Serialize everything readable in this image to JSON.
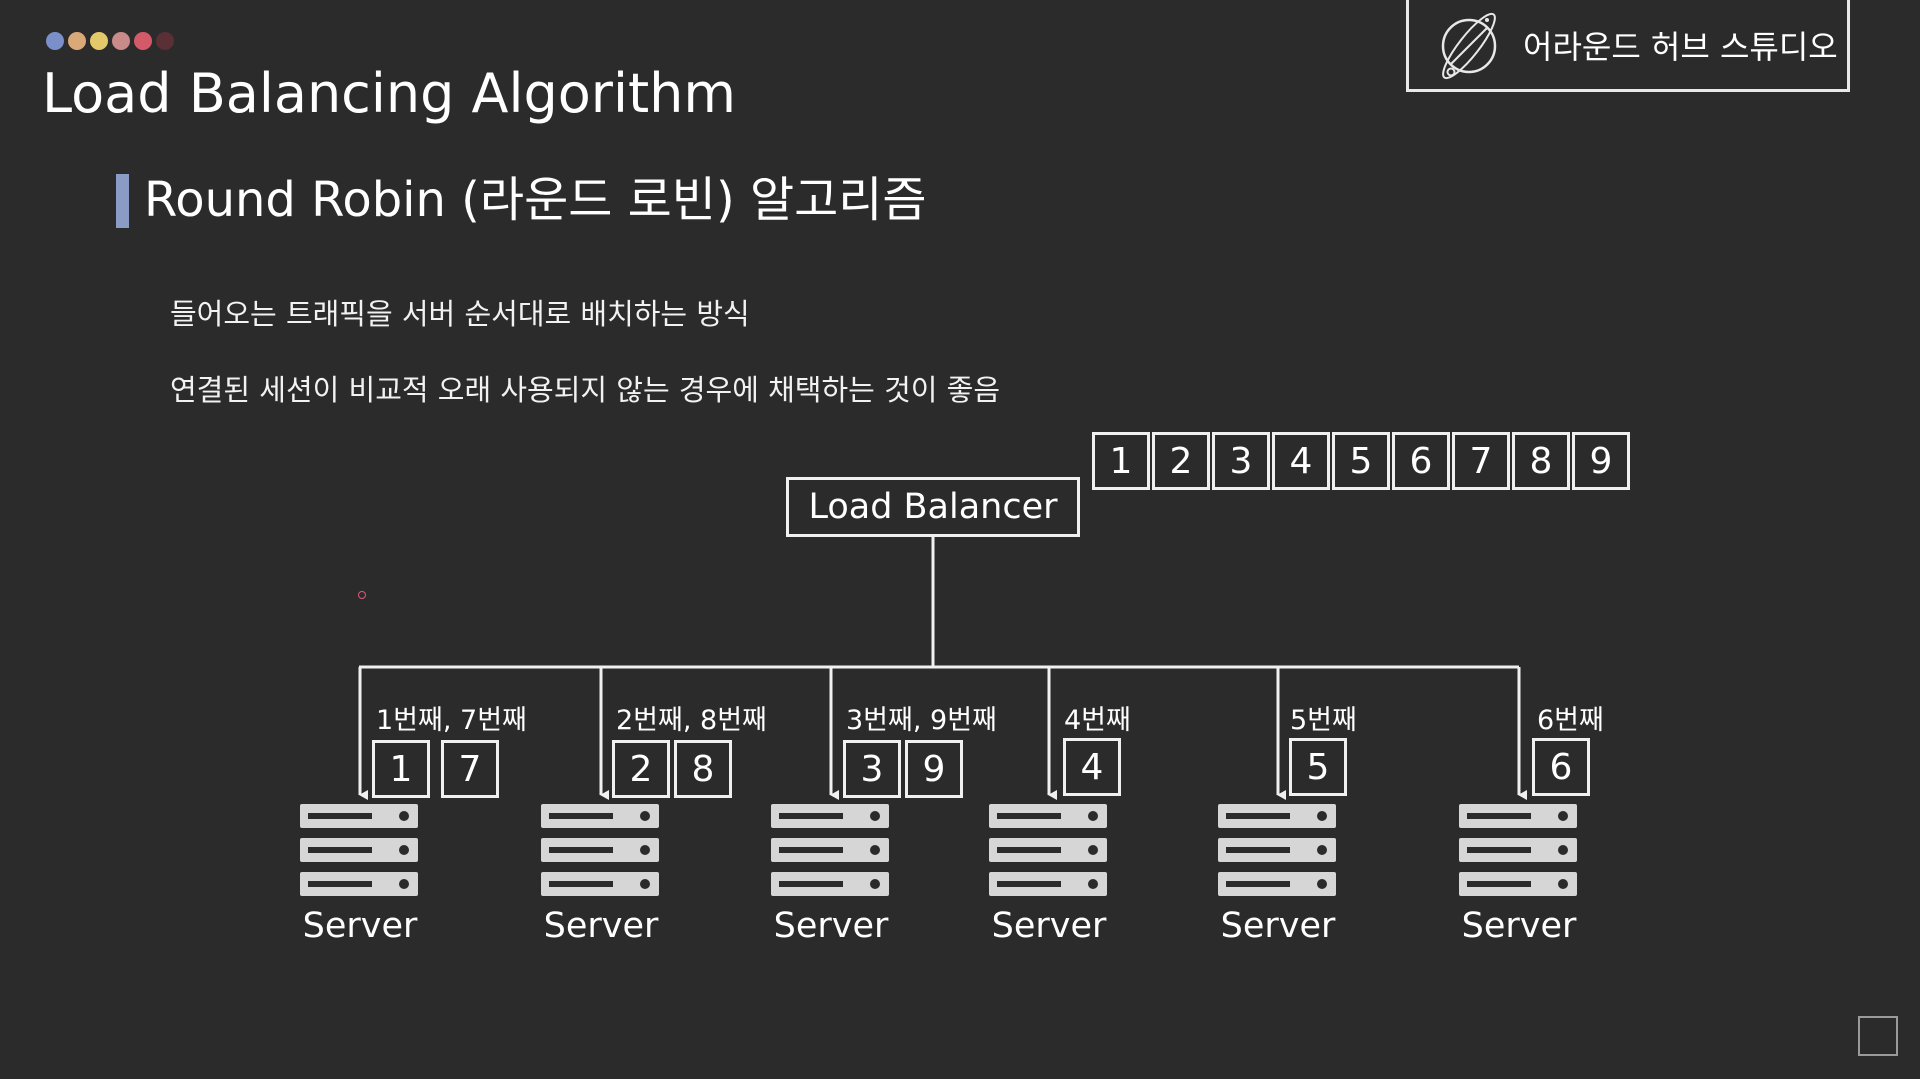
{
  "header": {
    "dot_colors": [
      "#7b8fc9",
      "#d9a978",
      "#e3c96a",
      "#c98a8a",
      "#d45a6a",
      "#5a2f35"
    ],
    "title": "Load Balancing Algorithm"
  },
  "brand": {
    "name": "어라운드 허브 스튜디오",
    "icon": "planet-logo-icon"
  },
  "section": {
    "title": "Round Robin (라운드 로빈) 알고리즘",
    "bullets": [
      "들어오는 트래픽을 서버 순서대로 배치하는 방식",
      "연결된 세션이 비교적 오래 사용되지 않는 경우에 채택하는 것이 좋음"
    ]
  },
  "diagram": {
    "queue": [
      "1",
      "2",
      "3",
      "4",
      "5",
      "6",
      "7",
      "8",
      "9"
    ],
    "balancer_label": "Load Balancer",
    "servers": [
      {
        "order_label": "1번째, 7번째",
        "requests": [
          "1",
          "7"
        ],
        "label": "Server"
      },
      {
        "order_label": "2번째, 8번째",
        "requests": [
          "2",
          "8"
        ],
        "label": "Server"
      },
      {
        "order_label": "3번째, 9번째",
        "requests": [
          "3",
          "9"
        ],
        "label": "Server"
      },
      {
        "order_label": "4번째",
        "requests": [
          "4"
        ],
        "label": "Server"
      },
      {
        "order_label": "5번째",
        "requests": [
          "5"
        ],
        "label": "Server"
      },
      {
        "order_label": "6번째",
        "requests": [
          "6"
        ],
        "label": "Server"
      }
    ]
  }
}
